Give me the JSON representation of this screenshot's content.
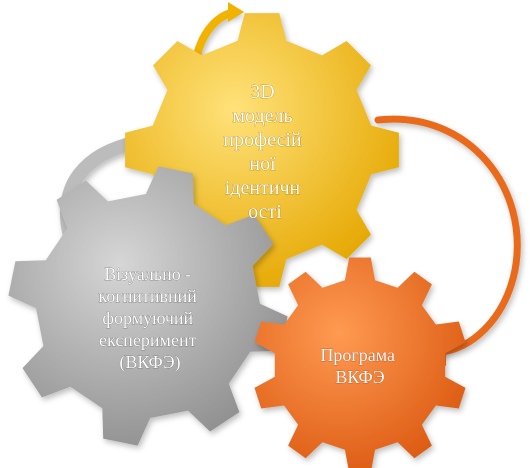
{
  "diagram": {
    "gears": {
      "top": {
        "label_lines": [
          "3D",
          "модель",
          "професій",
          "ної",
          "ідентичн",
          "ості"
        ],
        "color_light": "#ffd84a",
        "color_dark": "#e0a300"
      },
      "left": {
        "label_lines": [
          "Візуально -",
          "когнитивний",
          "формуючий",
          "експеримент",
          "(ВКФЭ)"
        ],
        "color_light": "#c9c9c9",
        "color_dark": "#8c8c8c"
      },
      "right": {
        "label_lines": [
          "Програма",
          "ВКФЭ"
        ],
        "color_light": "#ff8a3c",
        "color_dark": "#d9560f"
      }
    },
    "arrows": {
      "gold_color": "#f2b200",
      "orange_color": "#ea6a1c",
      "grey_color": "#bcbcbc"
    }
  }
}
